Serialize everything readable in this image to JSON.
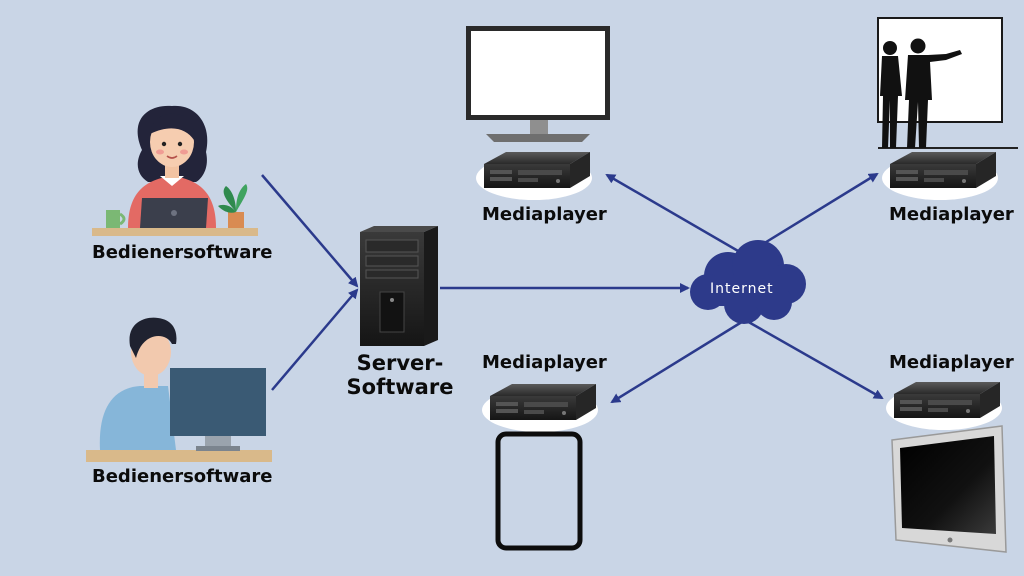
{
  "labels": {
    "operator_software_top": "Bedienersoftware",
    "operator_software_bottom": "Bedienersoftware",
    "server_line1": "Server-",
    "server_line2": "Software",
    "internet": "Internet",
    "mediaplayer_top_center": "Mediaplayer",
    "mediaplayer_top_right": "Mediaplayer",
    "mediaplayer_bottom_center": "Mediaplayer",
    "mediaplayer_bottom_right": "Mediaplayer"
  },
  "colors": {
    "background": "#c9d5e6",
    "arrow": "#2b3a8c",
    "cloud": "#2d3a8a",
    "device_dark": "#1d1d1d"
  },
  "icons": {
    "operator_woman": "woman-laptop-icon",
    "operator_man": "man-computer-icon",
    "server": "server-tower-icon",
    "cloud": "internet-cloud-icon",
    "mediaplayer": "mediaplayer-box-icon",
    "monitor": "monitor-icon",
    "projection_screen": "presentation-screen-icon",
    "tablet": "tablet-icon",
    "tv": "flat-tv-icon"
  }
}
